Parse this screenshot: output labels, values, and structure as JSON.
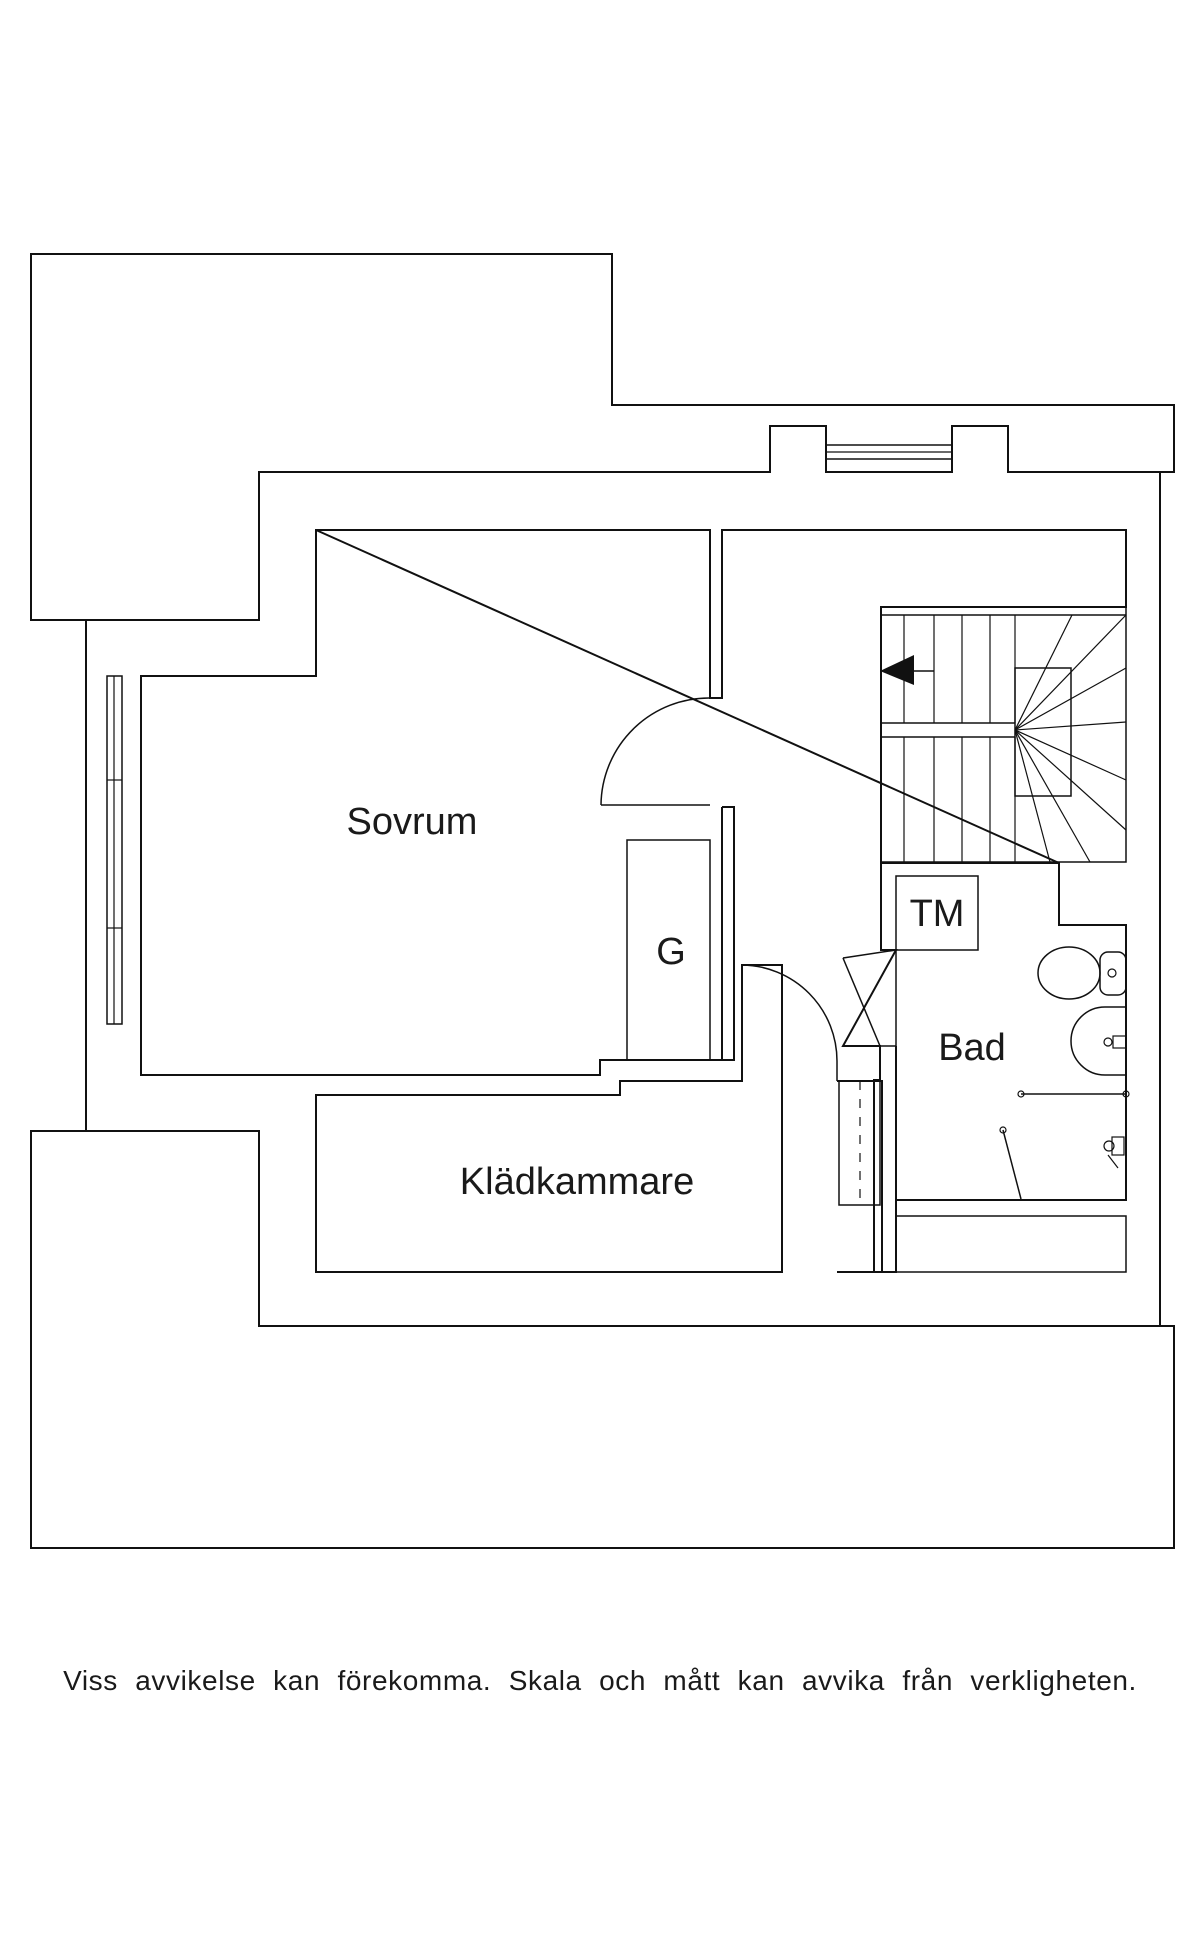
{
  "plan": {
    "rooms": {
      "bedroom": "Sovrum",
      "wardrobe": "G",
      "walk_in_closet": "Klädkammare",
      "bathroom": "Bad",
      "laundry": "TM"
    },
    "icons": {
      "stair_direction": "arrow-left-icon",
      "toilet": "toilet-icon",
      "sink": "sink-icon",
      "faucet": "faucet-icon"
    }
  },
  "footer": {
    "disclaimer": "Viss avvikelse kan förekomma. Skala och mått kan avvika från verkligheten."
  }
}
